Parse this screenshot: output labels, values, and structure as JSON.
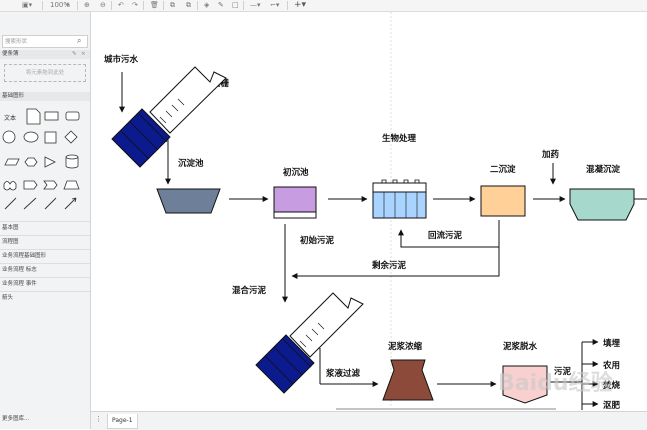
{
  "toolbar": {
    "zoom": "100%",
    "items": [
      "page-view",
      "zoom",
      "zoom-in",
      "zoom-out",
      "undo",
      "redo",
      "delete",
      "to-front",
      "to-back",
      "fill",
      "line-color",
      "shadow",
      "connection",
      "waypoints",
      "insert"
    ]
  },
  "sidebar": {
    "search_placeholder": "搜索形状",
    "scratchpad_title": "便条簿",
    "scratchpad_drop": "将元素拖到此处",
    "general_title": "基础图形",
    "text_shape": "文本",
    "libraries": [
      "基本图",
      "流程图",
      "业务流程基础图形",
      "业务流程 标志",
      "业务流程 事件",
      "箭头"
    ],
    "more": "更多图库..."
  },
  "canvas": {
    "labels": {
      "city_sewage": "城市污水",
      "grille": "格栅",
      "sedimentation": "沉淀池",
      "primary": "初沉池",
      "bio": "生物处理",
      "secondary": "二沉淀",
      "dosing": "加药",
      "coag": "混凝沉淀",
      "primary_sludge": "初始污泥",
      "return_sludge": "回流污泥",
      "excess_sludge": "剩余污泥",
      "mixed_sludge": "混合污泥",
      "thicken": "泥浆浓缩",
      "dewater": "泥浆脱水",
      "filtrate": "浆液过滤",
      "sludge": "污泥",
      "landfill": "填埋",
      "agri": "农用",
      "incinerate": "焚烧",
      "compost": "沤肥"
    },
    "watermark": "Baidu经验"
  },
  "colors": {
    "screw": "#0b1a8c",
    "grit": "#6e7f99",
    "primary": "#c89ce0",
    "bio": "#a9d4ff",
    "secondary": "#ffd199",
    "coag": "#a7d8cc",
    "thickener": "#8b4a3a",
    "dewater": "#f8d0d0"
  },
  "bottom": {
    "page_tab": "Page-1"
  }
}
